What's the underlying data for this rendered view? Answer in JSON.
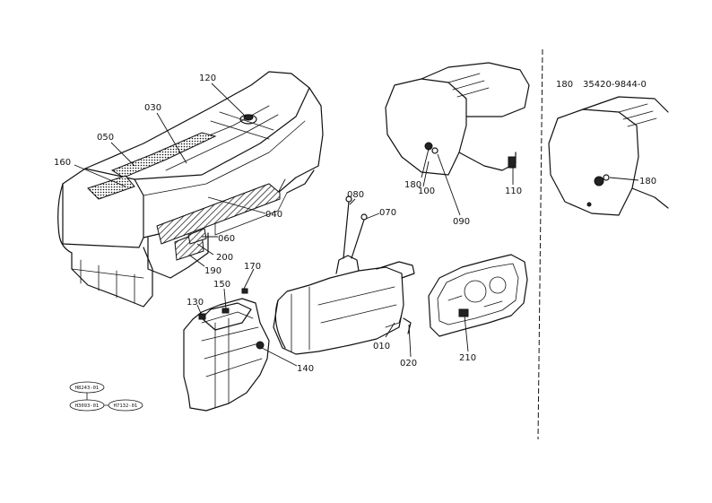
{
  "callouts": [
    {
      "id": "120",
      "label": "120"
    },
    {
      "id": "030",
      "label": "030"
    },
    {
      "id": "050",
      "label": "050"
    },
    {
      "id": "160",
      "label": "160"
    },
    {
      "id": "040",
      "label": "040"
    },
    {
      "id": "060",
      "label": "060"
    },
    {
      "id": "190",
      "label": "190"
    },
    {
      "id": "200",
      "label": "200"
    },
    {
      "id": "170",
      "label": "170"
    },
    {
      "id": "150",
      "label": "150"
    },
    {
      "id": "130",
      "label": "130"
    },
    {
      "id": "140",
      "label": "140"
    },
    {
      "id": "080",
      "label": "080"
    },
    {
      "id": "070",
      "label": "070"
    },
    {
      "id": "010",
      "label": "010"
    },
    {
      "id": "020",
      "label": "020"
    },
    {
      "id": "210",
      "label": "210"
    },
    {
      "id": "180a",
      "label": "180"
    },
    {
      "id": "100",
      "label": "100"
    },
    {
      "id": "090",
      "label": "090"
    },
    {
      "id": "110",
      "label": "110"
    },
    {
      "id": "180b",
      "label": "180"
    }
  ],
  "part_note": {
    "item": "180",
    "part_number": "35420-9844-0"
  },
  "ref_marks": [
    {
      "label": "H8243-01"
    },
    {
      "label": "H3093-01"
    },
    {
      "label": "H7132-01"
    }
  ]
}
